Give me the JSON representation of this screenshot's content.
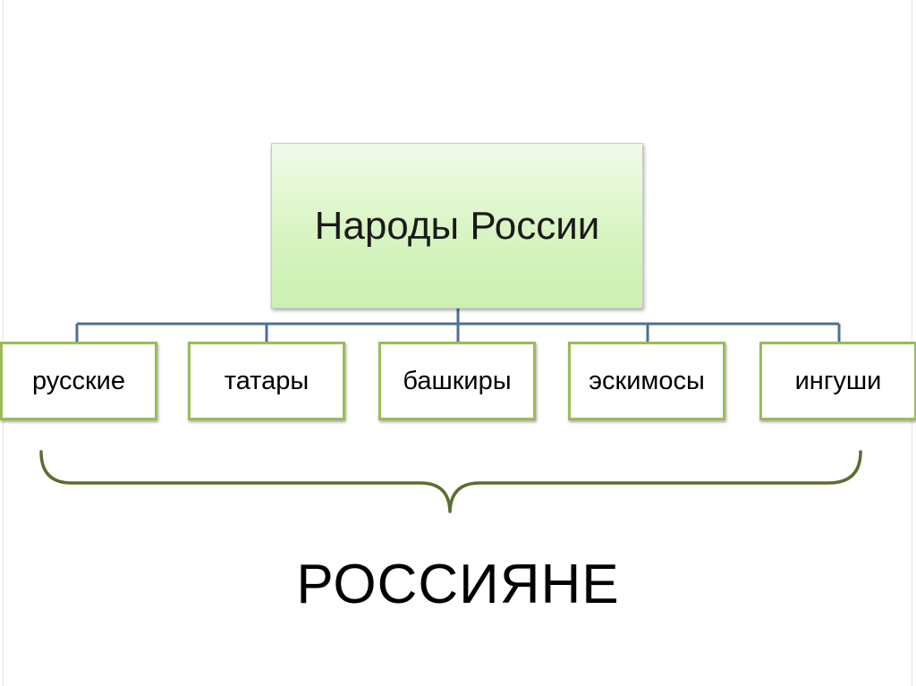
{
  "diagram": {
    "root": {
      "label": "Народы России"
    },
    "children": [
      {
        "label": "русские"
      },
      {
        "label": "татары"
      },
      {
        "label": "башкиры"
      },
      {
        "label": "эскимосы"
      },
      {
        "label": "ингуши"
      }
    ],
    "group_label": "РОССИЯНЕ"
  },
  "colors": {
    "root_fill": "#d8f4c2",
    "child_border": "#9bbb59",
    "connector": "#4f6e9a",
    "brace": "#5a6e2f"
  }
}
